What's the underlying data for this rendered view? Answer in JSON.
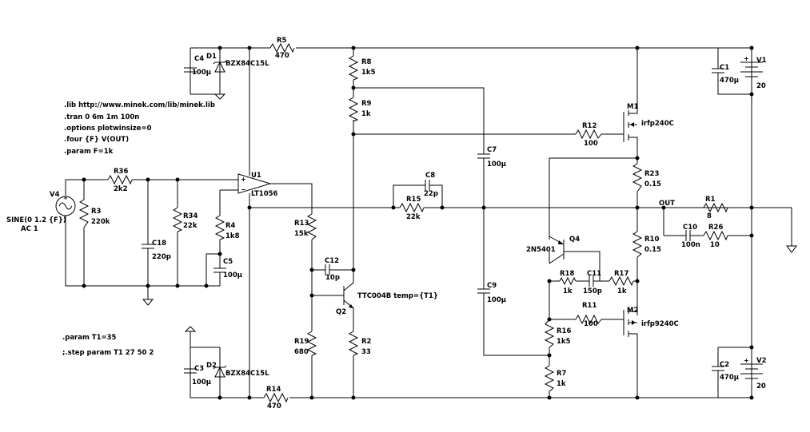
{
  "spice_directives": [
    ".lib http://www.minek.com/lib/minek.lib",
    ".tran 0 6m 1m 100n",
    ".options plotwinsize=0",
    ".four {F} V(OUT)",
    ".param F=1k"
  ],
  "param_t1": ".param T1=35",
  "step_directive": ";.step param T1 27 50 2",
  "net_out": "OUT",
  "components": {
    "R5": {
      "name": "R5",
      "value": "470"
    },
    "R14": {
      "name": "R14",
      "value": "470"
    },
    "C4": {
      "name": "C4",
      "value": "100µ"
    },
    "C3": {
      "name": "C3",
      "value": "100µ"
    },
    "D1": {
      "name": "D1",
      "value": "BZX84C15L"
    },
    "D2": {
      "name": "D2",
      "value": "BZX84C15L"
    },
    "R8": {
      "name": "R8",
      "value": "1k5"
    },
    "R9": {
      "name": "R9",
      "value": "1k"
    },
    "R12": {
      "name": "R12",
      "value": "100"
    },
    "M1": {
      "name": "M1",
      "value": "irfp240C"
    },
    "C1": {
      "name": "C1",
      "value": "470µ"
    },
    "V1": {
      "name": "V1",
      "value": "20"
    },
    "C2": {
      "name": "C2",
      "value": "470µ"
    },
    "V2": {
      "name": "V2",
      "value": "20"
    },
    "C7": {
      "name": "C7",
      "value": "100µ"
    },
    "C9": {
      "name": "C9",
      "value": "100µ"
    },
    "R23": {
      "name": "R23",
      "value": "0.15"
    },
    "R10": {
      "name": "R10",
      "value": "0.15"
    },
    "R1": {
      "name": "R1",
      "value": "8"
    },
    "C10": {
      "name": "C10",
      "value": "100n"
    },
    "R26": {
      "name": "R26",
      "value": "10"
    },
    "U1": {
      "name": "U1",
      "value": "LT1056"
    },
    "R36": {
      "name": "R36",
      "value": "2k2"
    },
    "R3": {
      "name": "R3",
      "value": "220k"
    },
    "V4": {
      "name": "V4",
      "value": "SINE(0 1.2 {F})",
      "ac": "AC 1"
    },
    "C18": {
      "name": "C18",
      "value": "220p"
    },
    "R34": {
      "name": "R34",
      "value": "22k"
    },
    "R4": {
      "name": "R4",
      "value": "1k8"
    },
    "C5": {
      "name": "C5",
      "value": "100µ"
    },
    "C8": {
      "name": "C8",
      "value": "22p"
    },
    "R15": {
      "name": "R15",
      "value": "22k"
    },
    "R13": {
      "name": "R13",
      "value": "15k"
    },
    "C12": {
      "name": "C12",
      "value": "10p"
    },
    "Q2": {
      "name": "Q2",
      "value": "TTC004B temp={T1}"
    },
    "R19": {
      "name": "R19",
      "value": "680"
    },
    "R2": {
      "name": "R2",
      "value": "33"
    },
    "Q4": {
      "name": "Q4",
      "value": "2N5401"
    },
    "R18": {
      "name": "R18",
      "value": "1k"
    },
    "C11": {
      "name": "C11",
      "value": "150p"
    },
    "R17": {
      "name": "R17",
      "value": "1k"
    },
    "R11": {
      "name": "R11",
      "value": "100"
    },
    "M2": {
      "name": "M2",
      "value": "irfp9240C"
    },
    "R16": {
      "name": "R16",
      "value": "1k5"
    },
    "R7": {
      "name": "R7",
      "value": "1k"
    }
  }
}
